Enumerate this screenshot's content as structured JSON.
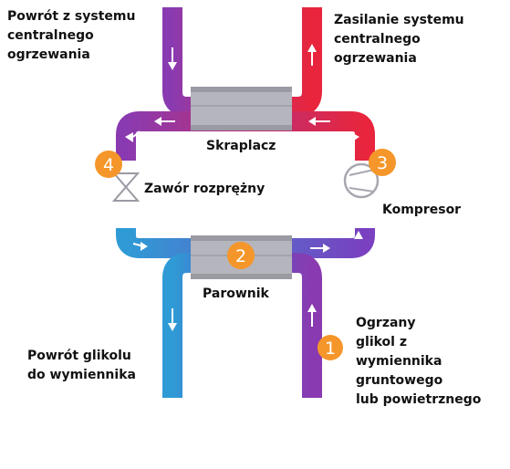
{
  "labels": {
    "return_central_heating": "Powrót z systemu\ncentralnego\nogrzewania",
    "supply_central_heating": "Zasilanie systemu\ncentralnego\nogrzewania",
    "condenser": "Skraplacz",
    "expansion_valve": "Zawór rozprężny",
    "compressor": "Kompresor",
    "evaporator": "Parownik",
    "glycol_return": "Powrót glikolu\ndo wymiennika",
    "heated_glycol": "Ogrzany\nglikol z\nwymiennika\ngruntowego\nlub powietrznego"
  },
  "steps": {
    "step1": "1",
    "step2": "2",
    "step3": "3",
    "step4": "4"
  },
  "colors": {
    "hot": "#e8253c",
    "warm": "#c8306e",
    "purple": "#8a3ab0",
    "violet": "#6a45c8",
    "cool": "#3a7ed8",
    "cold": "#2f9bd6",
    "exchanger": "#b5b5bd",
    "badge": "#f5962a",
    "arrow": "#ffffff"
  }
}
